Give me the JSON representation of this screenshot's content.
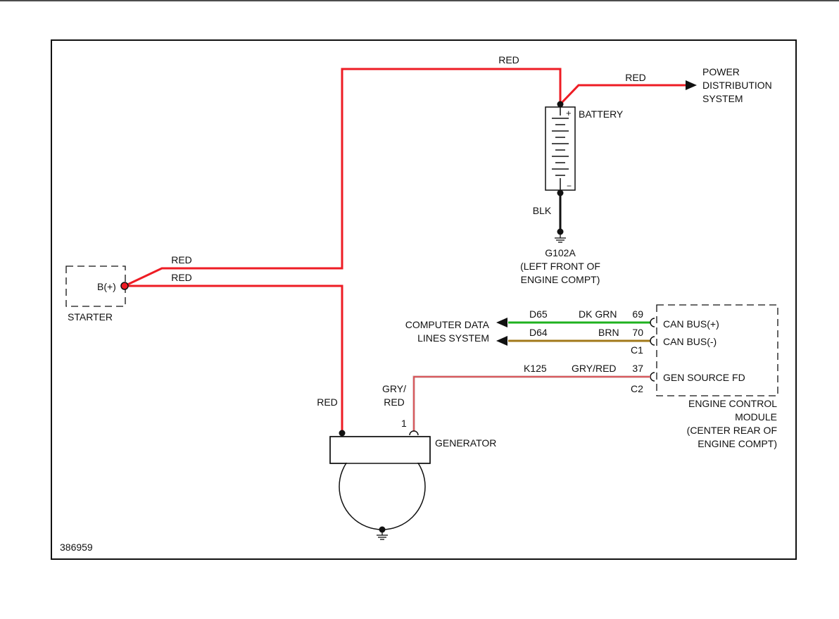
{
  "colors": {
    "red": "#ee1c24",
    "green": "#1fb21f",
    "brown": "#a2791a",
    "gray_red": "#d9a3a3",
    "black": "#111111"
  },
  "wires": {
    "top_red": "RED",
    "pds_red": "RED",
    "starter_red_upper": "RED",
    "starter_red_lower": "RED",
    "generator_red": "RED",
    "gry_red_vertical_1": "GRY/",
    "gry_red_vertical_2": "RED",
    "blk": "BLK",
    "d65_circuit": "D65",
    "d65_color": "DK GRN",
    "d65_pin": "69",
    "d64_circuit": "D64",
    "d64_color": "BRN",
    "d64_pin": "70",
    "k125_circuit": "K125",
    "k125_color": "GRY/RED",
    "k125_pin": "37",
    "gen_pin": "1"
  },
  "components": {
    "power_dist_1": "POWER",
    "power_dist_2": "DISTRIBUTION",
    "power_dist_3": "SYSTEM",
    "battery": "BATTERY",
    "battery_plus": "+",
    "battery_minus": "−",
    "ground_1": "G102A",
    "ground_2": "(LEFT FRONT OF",
    "ground_3": "ENGINE COMPT)",
    "starter": "STARTER",
    "starter_terminal": "B(+)",
    "cdl_1": "COMPUTER DATA",
    "cdl_2": "LINES SYSTEM",
    "ecm_can_plus": "CAN BUS(+)",
    "ecm_can_minus": "CAN BUS(-)",
    "ecm_connector_c1": "C1",
    "ecm_gen_source": "GEN SOURCE FD",
    "ecm_connector_c2": "C2",
    "ecm_1": "ENGINE CONTROL",
    "ecm_2": "MODULE",
    "ecm_3": "(CENTER REAR OF",
    "ecm_4": "ENGINE COMPT)",
    "generator": "GENERATOR",
    "figure_id": "386959"
  }
}
